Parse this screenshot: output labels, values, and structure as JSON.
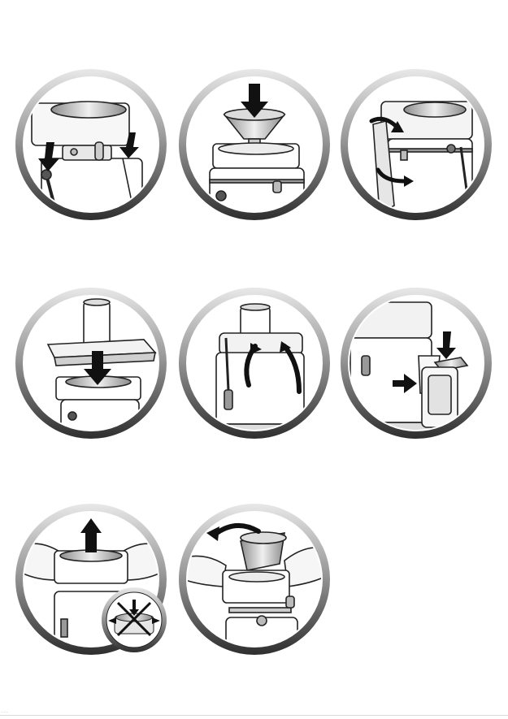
{
  "page": {
    "footer_mark": "..."
  },
  "steps": [
    {
      "id": 1,
      "icon": "juicer-step-1-icon"
    },
    {
      "id": 2,
      "icon": "juicer-step-2-icon"
    },
    {
      "id": 3,
      "icon": "juicer-step-3-icon"
    },
    {
      "id": 4,
      "icon": "juicer-step-4-icon"
    },
    {
      "id": 5,
      "icon": "juicer-step-5-icon"
    },
    {
      "id": 6,
      "icon": "juicer-step-6-icon"
    },
    {
      "id": 7,
      "icon": "juicer-step-7-icon"
    },
    {
      "id": 8,
      "icon": "juicer-step-8-icon"
    }
  ]
}
